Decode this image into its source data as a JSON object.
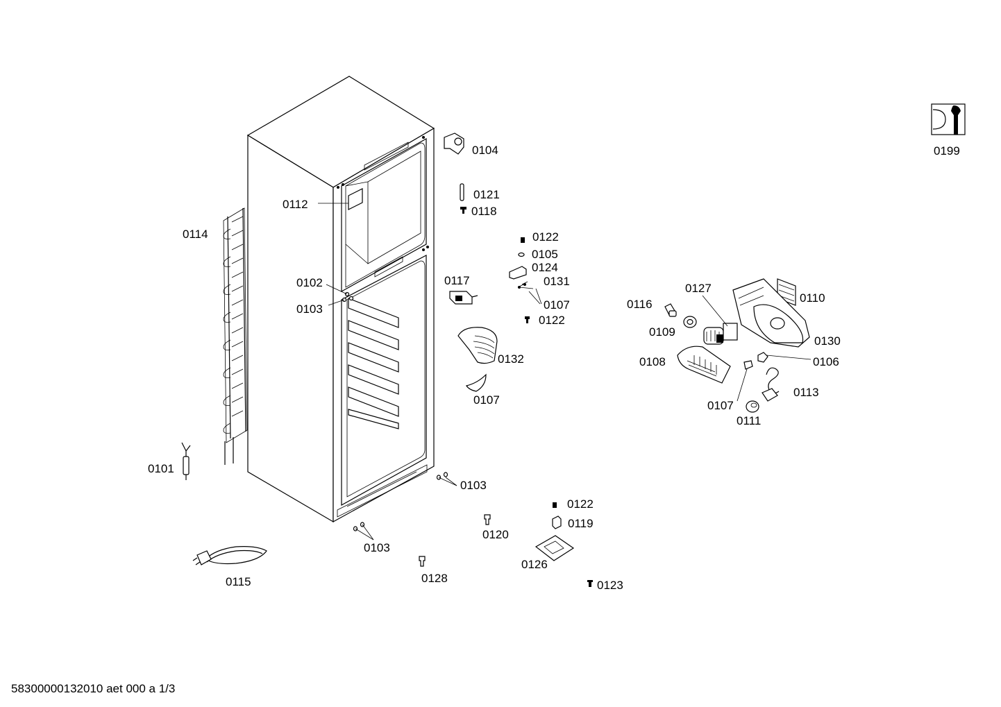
{
  "labels": {
    "p0104": "0104",
    "p0121": "0121",
    "p0118": "0118",
    "p0112": "0112",
    "p0114": "0114",
    "p0122a": "0122",
    "p0105": "0105",
    "p0124": "0124",
    "p0131": "0131",
    "p0107a": "0107",
    "p0122b": "0122",
    "p0117": "0117",
    "p0102": "0102",
    "p0103a": "0103",
    "p0132": "0132",
    "p0107b": "0107",
    "p0127": "0127",
    "p0110": "0110",
    "p0116": "0116",
    "p0109": "0109",
    "p0130": "0130",
    "p0108": "0108",
    "p0106": "0106",
    "p0113": "0113",
    "p0107c": "0107",
    "p0111": "0111",
    "p0101": "0101",
    "p0103b": "0103",
    "p0103c": "0103",
    "p0122c": "0122",
    "p0119": "0119",
    "p0120": "0120",
    "p0126": "0126",
    "p0115": "0115",
    "p0128": "0128",
    "p0123": "0123",
    "p0199": "0199"
  },
  "footer": "58300000132010 aet 000 a 1/3"
}
